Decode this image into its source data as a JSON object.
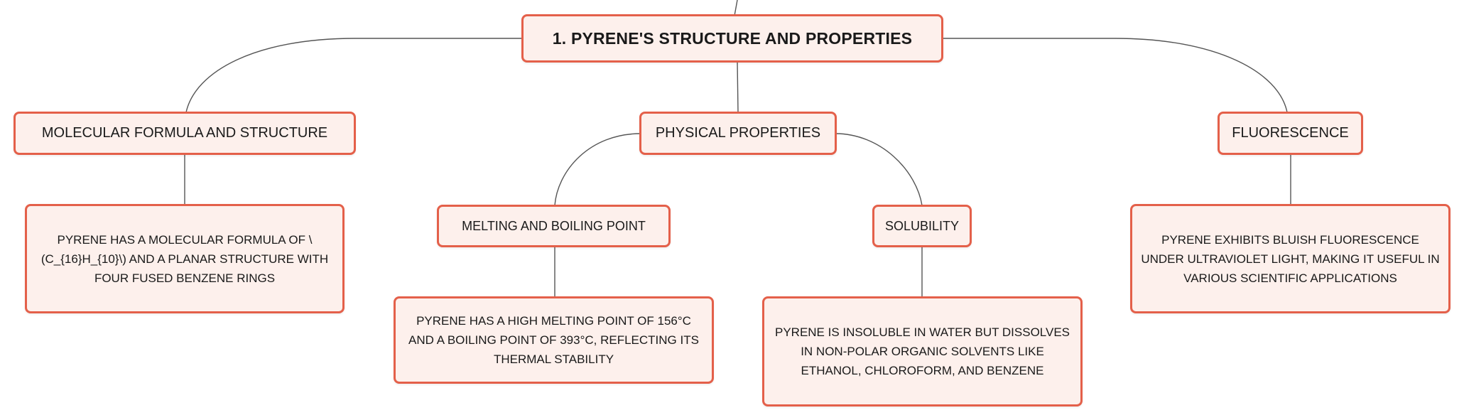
{
  "diagram": {
    "root": {
      "label": "1. PYRENE'S STRUCTURE AND PROPERTIES"
    },
    "branches": [
      {
        "label": "MOLECULAR FORMULA AND STRUCTURE",
        "detail": "PYRENE HAS A MOLECULAR FORMULA OF \\(C_{16}H_{10}\\) AND A PLANAR STRUCTURE WITH FOUR FUSED BENZENE RINGS"
      },
      {
        "label": "PHYSICAL PROPERTIES",
        "children": [
          {
            "label": "MELTING AND BOILING POINT",
            "detail": "PYRENE HAS A HIGH MELTING POINT OF 156°C AND A BOILING POINT OF 393°C, REFLECTING ITS THERMAL STABILITY"
          },
          {
            "label": "SOLUBILITY",
            "detail": "PYRENE IS INSOLUBLE IN WATER BUT DISSOLVES IN NON-POLAR ORGANIC SOLVENTS LIKE ETHANOL, CHLOROFORM, AND BENZENE"
          }
        ]
      },
      {
        "label": "FLUORESCENCE",
        "detail": "PYRENE EXHIBITS BLUISH FLUORESCENCE UNDER ULTRAVIOLET LIGHT, MAKING IT USEFUL IN VARIOUS SCIENTIFIC APPLICATIONS"
      }
    ]
  },
  "colors": {
    "node_border": "#e4604a",
    "node_fill": "#fdf0ec",
    "connector": "#555555"
  }
}
